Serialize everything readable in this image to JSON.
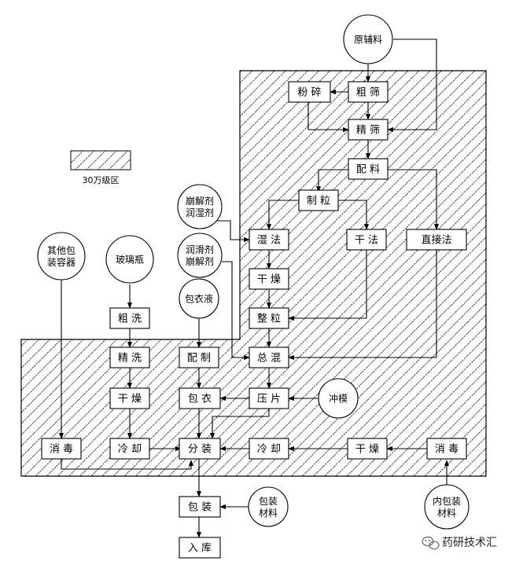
{
  "legend": {
    "label": "30万级区"
  },
  "nodes": {
    "raw_material": [
      "原辅料"
    ],
    "crush": "粉 碎",
    "coarse_sieve": "粗 筛",
    "fine_sieve": "精 筛",
    "batching": "配 料",
    "granulation": "制 粒",
    "disintegrant_wetting": [
      "崩解剂",
      "润湿剂"
    ],
    "lubricant_disintegrant": [
      "润滑剂",
      "崩解剂"
    ],
    "wet_method": "湿 法",
    "dry_method": "干 法",
    "direct_method": "直接法",
    "drying1": "干 燥",
    "sizing": "整 粒",
    "final_mix": "总 混",
    "tableting": "压 片",
    "punch_die": [
      "冲模"
    ],
    "other_containers": [
      "其他包",
      "装容器"
    ],
    "glass_bottle": [
      "玻璃瓶"
    ],
    "rough_wash": "粗 洗",
    "coating_liquid": [
      "包衣液"
    ],
    "fine_wash": "精 洗",
    "prepare": "配 制",
    "drying2": "干 燥",
    "coating": "包 衣",
    "disinfect1": "消 毒",
    "cooling1": "冷 却",
    "filling": "分 装",
    "cooling2": "冷 却",
    "drying3": "干 燥",
    "disinfect2": "消 毒",
    "inner_packaging": [
      "内包装",
      "材料"
    ],
    "packing": "包 装",
    "packing_material": [
      "包装",
      "材料"
    ],
    "storage": "入 库"
  },
  "watermark": {
    "text": "药研技术汇",
    "icon": "wechat-icon"
  }
}
